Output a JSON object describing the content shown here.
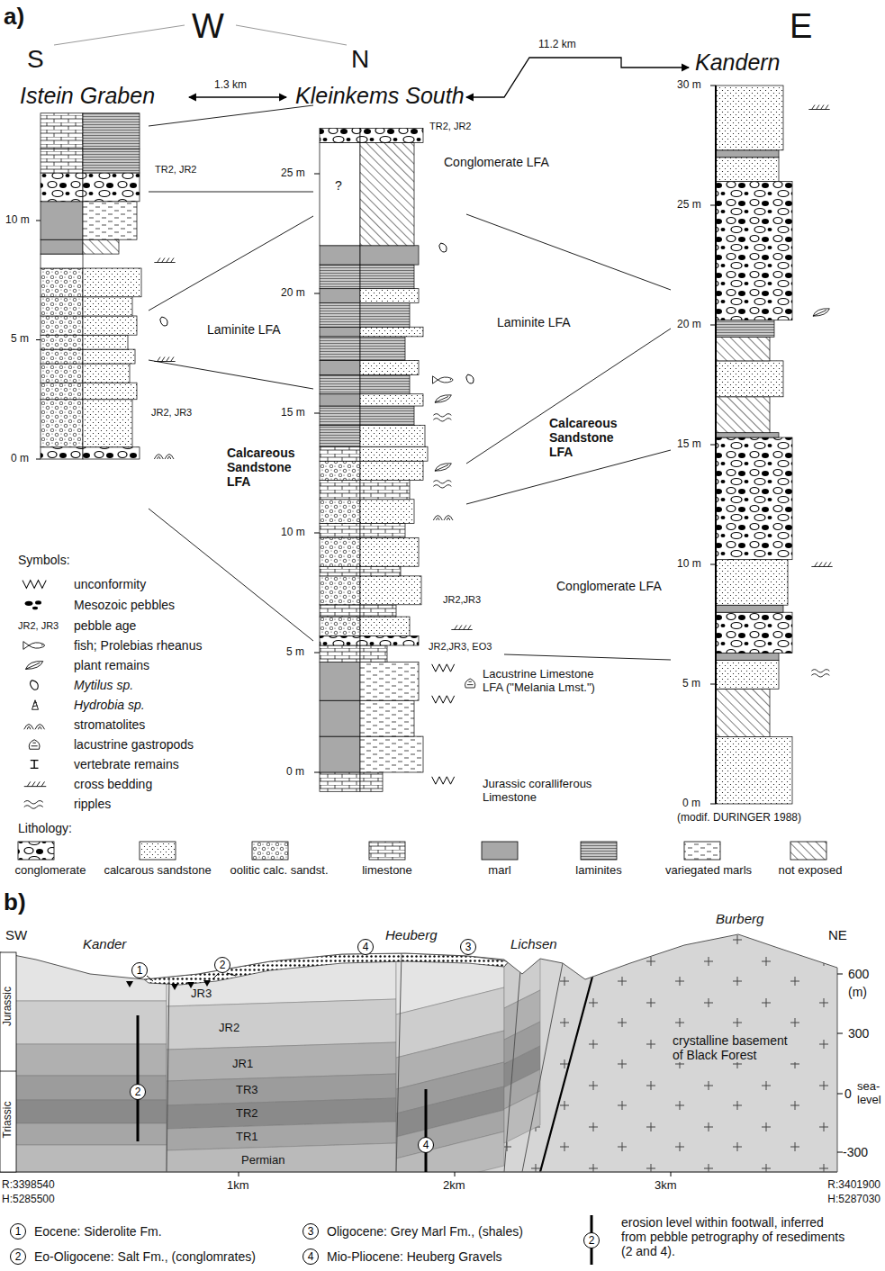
{
  "diagram": {
    "nodes": [
      {
        "text": [
          "1"
        ]
      },
      {
        "text": [
          "2"
        ]
      },
      {
        "text": [
          "4"
        ]
      },
      {
        "text": [
          "3"
        ]
      },
      {
        "text": [
          "2"
        ]
      },
      {
        "text": [
          "4"
        ]
      },
      {
        "text": [
          "1"
        ]
      },
      {
        "text": [
          "2"
        ]
      },
      {
        "text": [
          "3"
        ]
      },
      {
        "text": [
          "4"
        ]
      },
      {
        "text": [
          "2"
        ]
      }
    ],
    "labels": [
      "a)",
      "W",
      "S",
      "N",
      "E",
      "Istein Graben",
      "1.3 km",
      "Kleinkems South",
      "11.2 km",
      "Kandern",
      "10 m",
      "5 m",
      "0 m",
      "TR2, JR2",
      "JR2, JR3",
      "Laminite LFA",
      "Calcareous Sandstone LFA",
      "25 m",
      "20 m",
      "15 m",
      "10 m",
      "5 m",
      "0 m",
      "?",
      "TR2, JR2",
      "Conglomerate LFA",
      "Laminite LFA",
      "Calcareous Sandstone LFA",
      "Conglomerate LFA",
      "JR2,JR3",
      "JR2,JR3, EO3",
      "Lacustrine Limestone LFA (\"Melania Lmst.\")",
      "Jurassic coralliferous Limestone",
      "30 m",
      "25 m",
      "20 m",
      "15 m",
      "10 m",
      "5 m",
      "0 m",
      "(modif. DURINGER 1988)",
      "Symbols:",
      "JR2, JR3",
      "Lithology:",
      "b)",
      "SW",
      "NE",
      "Kander",
      "Heuberg",
      "Lichsen",
      "Burberg",
      "600",
      "(m)",
      "300",
      "0",
      "sea- level",
      "-300",
      "Jurassic",
      "Triassic",
      "JR3",
      "JR2",
      "JR1",
      "TR3",
      "TR2",
      "TR1",
      "Permian",
      "crystalline basement of Black Forest",
      "R:3398540",
      "H:5285500",
      "1km",
      "2km",
      "3km",
      "R:3401900",
      "H:5287030"
    ],
    "legend": [
      {
        "text": "unconformity"
      },
      {
        "text": "Mesozoic pebbles"
      },
      {
        "text": "pebble age"
      },
      {
        "text": "fish; Prolebias rheanus"
      },
      {
        "text": "plant remains"
      },
      {
        "text": "Mytilus sp."
      },
      {
        "text": "Hydrobia sp."
      },
      {
        "text": "stromatolites"
      },
      {
        "text": "lacustrine gastropods"
      },
      {
        "text": "vertebrate remains"
      },
      {
        "text": "cross bedding"
      },
      {
        "text": "ripples"
      },
      {
        "text": "conglomerate"
      },
      {
        "text": "calcarous sandstone"
      },
      {
        "text": "oolitic calc. sandst."
      },
      {
        "text": "limestone"
      },
      {
        "text": "marl",
        "color": "#a8a8a8"
      },
      {
        "text": "laminites"
      },
      {
        "text": "variegated marls"
      },
      {
        "text": "not exposed"
      },
      {
        "text": "Eocene: Siderolite Fm."
      },
      {
        "text": "Eo-Oligocene: Salt Fm., (conglomrates)"
      },
      {
        "text": "Oligocene: Grey Marl Fm., (shales)"
      },
      {
        "text": "Mio-Pliocene: Heuberg Gravels"
      },
      {
        "text": "erosion level within footwall, inferred from pebble petrography of resediments (2 and 4)."
      }
    ]
  }
}
